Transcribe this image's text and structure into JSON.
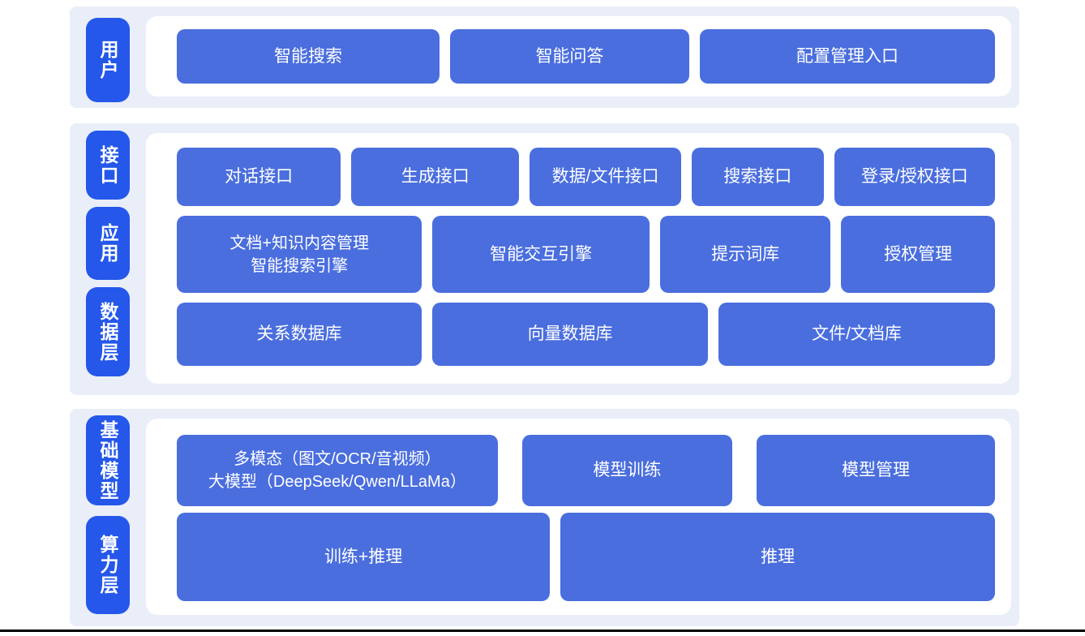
{
  "colors": {
    "layer_label_blue": "#2457ea",
    "node_blue": "#4a6ede",
    "band_background": "#e9eef8",
    "panel_background": "#ffffff",
    "text_white": "#ffffff",
    "bottom_rule_black": "#000000"
  },
  "bands": [
    {
      "name": "user-layer",
      "labels": [
        "用户"
      ],
      "rows": [
        {
          "buttons": [
            {
              "lines": [
                "智能搜索"
              ]
            },
            {
              "lines": [
                "智能问答"
              ]
            },
            {
              "lines": [
                "配置管理入口"
              ]
            }
          ]
        }
      ]
    },
    {
      "name": "interface-application-data-layer",
      "labels": [
        "接口",
        "应用",
        "数据层"
      ],
      "rows": [
        {
          "buttons": [
            {
              "lines": [
                "对话接口"
              ]
            },
            {
              "lines": [
                "生成接口"
              ]
            },
            {
              "lines": [
                "数据/文件接口"
              ]
            },
            {
              "lines": [
                "搜索接口"
              ]
            },
            {
              "lines": [
                "登录/授权接口"
              ]
            }
          ]
        },
        {
          "buttons": [
            {
              "lines": [
                "文档+知识内容管理",
                "智能搜索引擎"
              ]
            },
            {
              "lines": [
                "智能交互引擎"
              ]
            },
            {
              "lines": [
                "提示词库"
              ]
            },
            {
              "lines": [
                "授权管理"
              ]
            }
          ]
        },
        {
          "buttons": [
            {
              "lines": [
                "关系数据库"
              ]
            },
            {
              "lines": [
                "向量数据库"
              ]
            },
            {
              "lines": [
                "文件/文档库"
              ]
            }
          ]
        }
      ]
    },
    {
      "name": "foundation-model-compute-layer",
      "labels": [
        "基础模型",
        "算力层"
      ],
      "rows": [
        {
          "buttons": [
            {
              "lines": [
                "多模态（图文/OCR/音视频）",
                "大模型（DeepSeek/Qwen/LLaMa）"
              ]
            },
            {
              "lines": [
                "模型训练"
              ]
            },
            {
              "lines": [
                "模型管理"
              ]
            }
          ]
        },
        {
          "buttons": [
            {
              "lines": [
                "训练+推理"
              ]
            },
            {
              "lines": [
                "推理"
              ]
            }
          ]
        }
      ]
    }
  ]
}
